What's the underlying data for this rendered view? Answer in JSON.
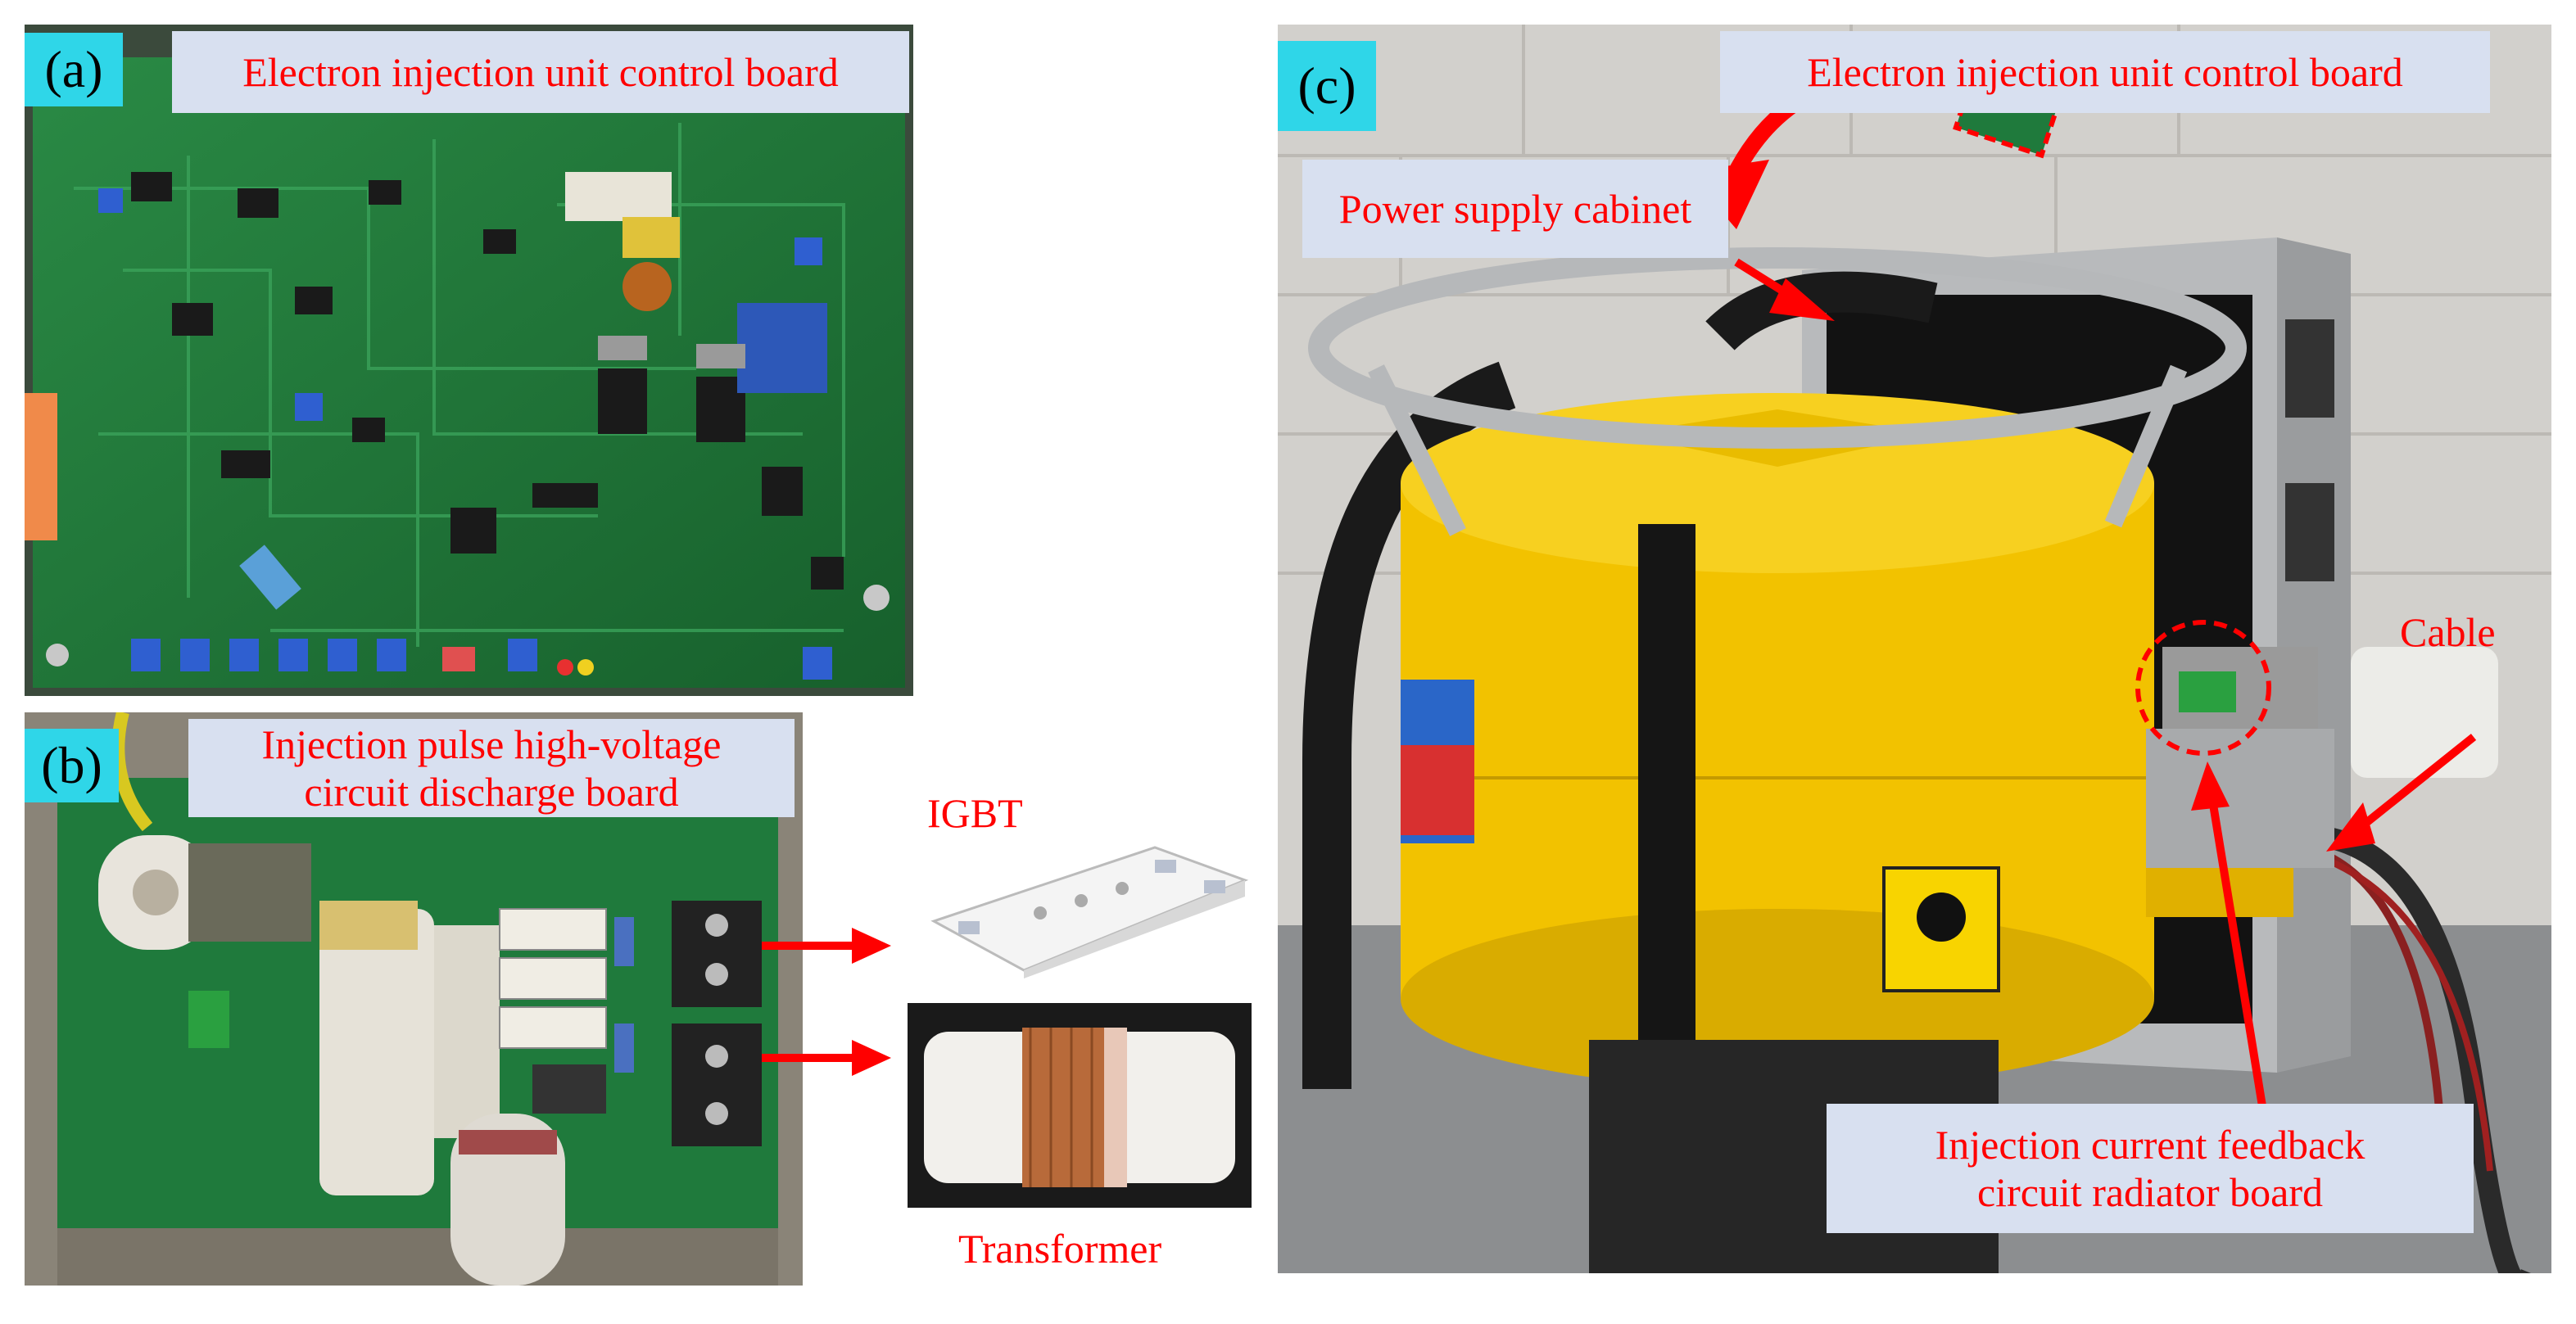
{
  "panels": {
    "a": {
      "letter": "(a)",
      "label": "Electron injection unit control board",
      "photo_icon": "pcb-photo"
    },
    "b": {
      "letter": "(b)",
      "label_line1": "Injection pulse high-voltage",
      "label_line2": "circuit discharge board",
      "igbt_label": "IGBT",
      "transformer_label": "Transformer",
      "photo_icon": "discharge-board-photo"
    },
    "c": {
      "letter": "(c)",
      "control_board_label": "Electron injection unit control board",
      "cabinet_label": "Power supply cabinet",
      "cable_label": "Cable",
      "feedback_line1": "Injection current feedback",
      "feedback_line2": "circuit radiator board",
      "photo_icon": "injector-assembly-photo"
    }
  },
  "colors": {
    "letter_bg": "#2fd6e8",
    "callout_bg": "#d8e0f0",
    "annotation": "#ff0000",
    "pcb_green": "#1f7a3c",
    "injector_yellow": "#f2c200"
  }
}
